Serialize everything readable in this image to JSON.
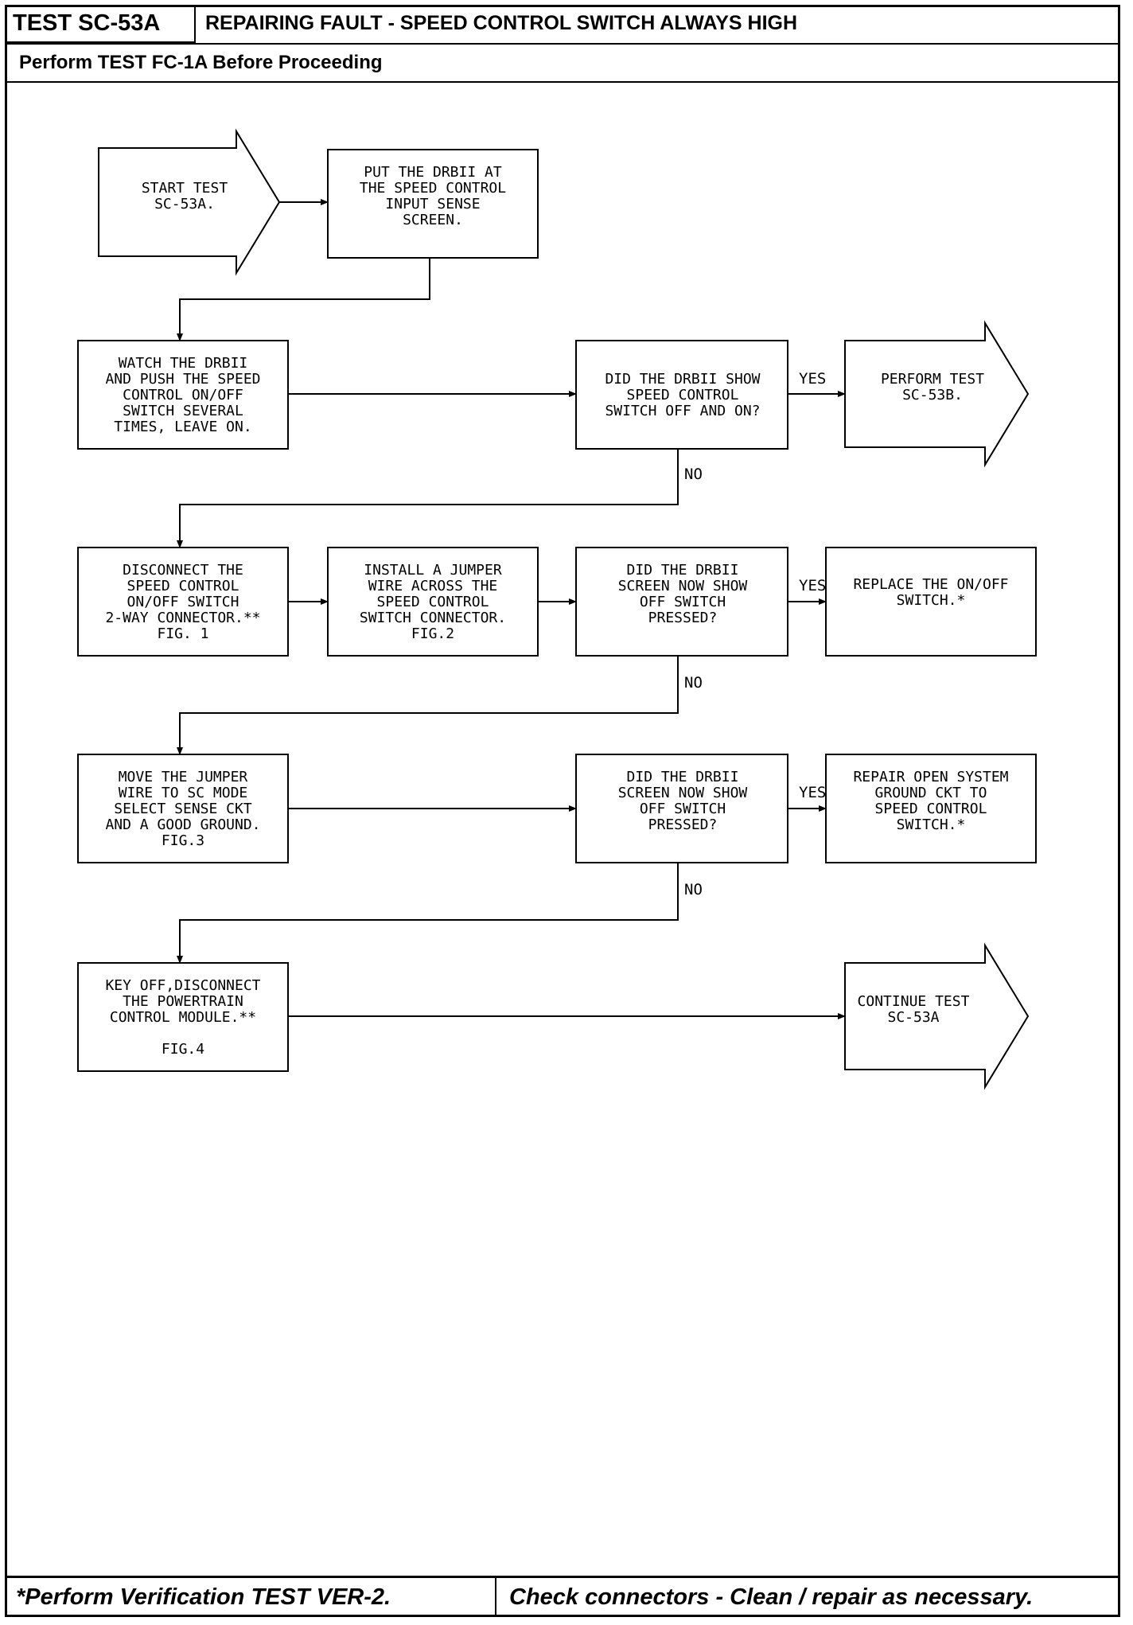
{
  "header": {
    "test_id": "TEST SC-53A",
    "title": "REPAIRING FAULT - SPEED CONTROL SWITCH ALWAYS HIGH",
    "prerequisite": "Perform TEST FC-1A Before Proceeding"
  },
  "flowchart": {
    "start": [
      "START TEST",
      "SC-53A."
    ],
    "step1": [
      "PUT THE DRBII AT",
      "THE SPEED CONTROL",
      "INPUT SENSE",
      "SCREEN."
    ],
    "step2": [
      "WATCH THE DRBII",
      "AND PUSH THE SPEED",
      "CONTROL ON/OFF",
      "SWITCH SEVERAL",
      "TIMES, LEAVE ON."
    ],
    "q1": [
      "DID THE DRBII SHOW",
      "SPEED CONTROL",
      "SWITCH OFF AND ON?"
    ],
    "out1": [
      "PERFORM TEST",
      "SC-53B."
    ],
    "step3": [
      "DISCONNECT THE",
      "SPEED CONTROL",
      "ON/OFF SWITCH",
      "2-WAY CONNECTOR.**",
      "FIG. 1"
    ],
    "step4": [
      "INSTALL A JUMPER",
      "WIRE ACROSS THE",
      "SPEED CONTROL",
      "SWITCH CONNECTOR.",
      "FIG.2"
    ],
    "q2": [
      "DID THE DRBII",
      "SCREEN NOW SHOW",
      "OFF SWITCH",
      "PRESSED?"
    ],
    "out2": [
      "REPLACE THE ON/OFF",
      "SWITCH.*"
    ],
    "step5": [
      "MOVE THE JUMPER",
      "WIRE TO SC MODE",
      "SELECT SENSE CKT",
      "AND A GOOD GROUND.",
      "FIG.3"
    ],
    "q3": [
      "DID THE DRBII",
      "SCREEN NOW SHOW",
      "OFF SWITCH",
      "PRESSED?"
    ],
    "out3": [
      "REPAIR OPEN SYSTEM",
      "GROUND CKT TO",
      "SPEED CONTROL",
      "SWITCH.*"
    ],
    "step6": [
      "KEY OFF,DISCONNECT",
      "THE POWERTRAIN",
      "CONTROL MODULE.**",
      "",
      "FIG.4"
    ],
    "out4": [
      "CONTINUE TEST",
      "SC-53A"
    ],
    "labels": {
      "yes": "YES",
      "no": "NO"
    }
  },
  "footer": {
    "left": "*Perform Verification TEST VER-2.",
    "right": "Check connectors - Clean / repair as necessary."
  }
}
